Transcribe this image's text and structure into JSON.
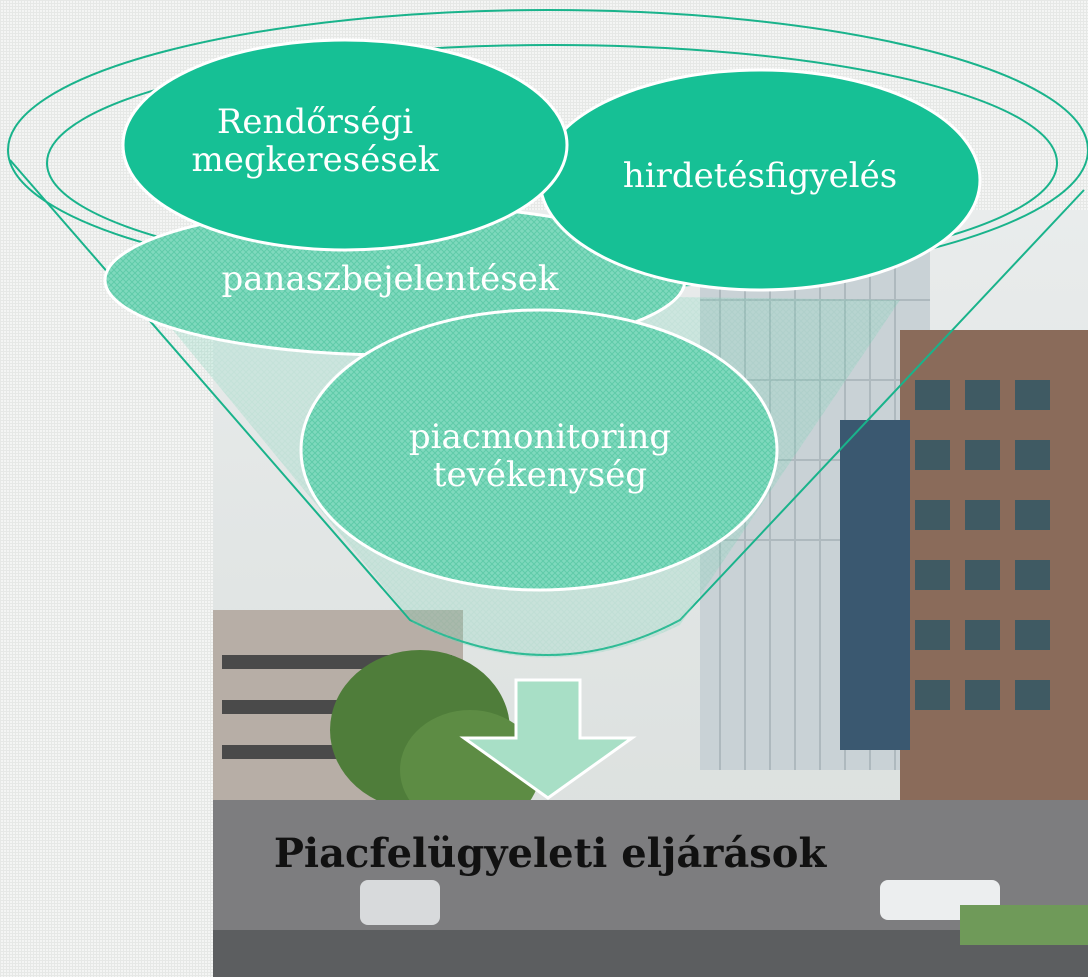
{
  "diagram": {
    "inputs": {
      "police": [
        "Rendőrségi",
        "megkeresések"
      ],
      "ads": "hirdetésfigyelés",
      "complaints": "panaszbejelentések",
      "monitoring": [
        "piacmonitoring",
        "tevékenység"
      ]
    },
    "result": "Piacfelügyeleti eljárások"
  },
  "colors": {
    "accent": "#16c095",
    "accent_light": "#7fd9bd",
    "arrow_fill": "#a8dfc6",
    "outline": "#19b38b"
  }
}
